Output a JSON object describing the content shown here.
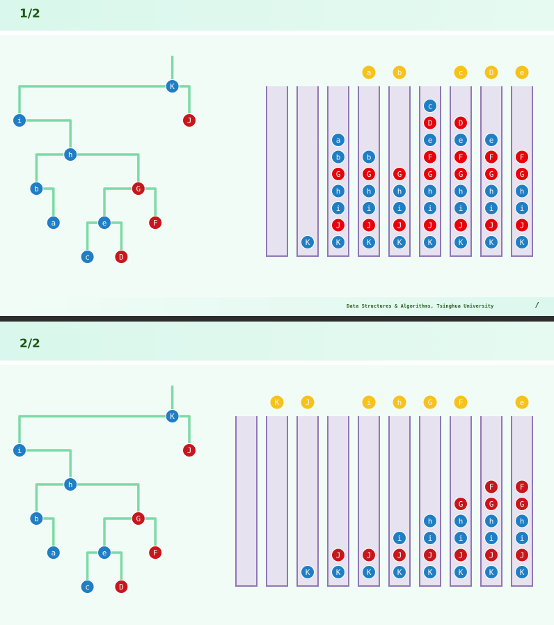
{
  "slides": [
    {
      "title": "1/2",
      "footer": "Data Structures & Algorithms, Tsinghua University",
      "footer_page": "/",
      "tree": {
        "root": "K",
        "nodes": [
          {
            "label": "K",
            "color": "blue",
            "parent": null
          },
          {
            "label": "i",
            "color": "blue",
            "parent": "K",
            "side": "left"
          },
          {
            "label": "J",
            "color": "red",
            "parent": "K",
            "side": "right"
          },
          {
            "label": "h",
            "color": "blue",
            "parent": "i",
            "side": "right"
          },
          {
            "label": "b",
            "color": "blue",
            "parent": "h",
            "side": "left"
          },
          {
            "label": "G",
            "color": "red",
            "parent": "h",
            "side": "right"
          },
          {
            "label": "a",
            "color": "blue",
            "parent": "b",
            "side": "right"
          },
          {
            "label": "e",
            "color": "blue",
            "parent": "G",
            "side": "left"
          },
          {
            "label": "F",
            "color": "red",
            "parent": "G",
            "side": "right"
          },
          {
            "label": "c",
            "color": "blue",
            "parent": "e",
            "side": "left"
          },
          {
            "label": "D",
            "color": "red",
            "parent": "e",
            "side": "right"
          }
        ]
      },
      "stacks": [
        {
          "output": null,
          "items": []
        },
        {
          "output": null,
          "items": [
            {
              "label": "K",
              "color": "blue"
            }
          ]
        },
        {
          "output": null,
          "items": [
            {
              "label": "K",
              "color": "blue"
            },
            {
              "label": "J",
              "color": "red"
            },
            {
              "label": "i",
              "color": "blue"
            },
            {
              "label": "h",
              "color": "blue"
            },
            {
              "label": "G",
              "color": "red"
            },
            {
              "label": "b",
              "color": "blue"
            },
            {
              "label": "a",
              "color": "blue"
            }
          ]
        },
        {
          "output": "a",
          "items": [
            {
              "label": "K",
              "color": "blue"
            },
            {
              "label": "J",
              "color": "red"
            },
            {
              "label": "i",
              "color": "blue"
            },
            {
              "label": "h",
              "color": "blue"
            },
            {
              "label": "G",
              "color": "red"
            },
            {
              "label": "b",
              "color": "blue"
            }
          ]
        },
        {
          "output": "b",
          "items": [
            {
              "label": "K",
              "color": "blue"
            },
            {
              "label": "J",
              "color": "red"
            },
            {
              "label": "i",
              "color": "blue"
            },
            {
              "label": "h",
              "color": "blue"
            },
            {
              "label": "G",
              "color": "red"
            }
          ]
        },
        {
          "output": null,
          "items": [
            {
              "label": "K",
              "color": "blue"
            },
            {
              "label": "J",
              "color": "red"
            },
            {
              "label": "i",
              "color": "blue"
            },
            {
              "label": "h",
              "color": "blue"
            },
            {
              "label": "G",
              "color": "red"
            },
            {
              "label": "F",
              "color": "red"
            },
            {
              "label": "e",
              "color": "blue"
            },
            {
              "label": "D",
              "color": "red"
            },
            {
              "label": "c",
              "color": "blue"
            }
          ]
        },
        {
          "output": "c",
          "items": [
            {
              "label": "K",
              "color": "blue"
            },
            {
              "label": "J",
              "color": "red"
            },
            {
              "label": "i",
              "color": "blue"
            },
            {
              "label": "h",
              "color": "blue"
            },
            {
              "label": "G",
              "color": "red"
            },
            {
              "label": "F",
              "color": "red"
            },
            {
              "label": "e",
              "color": "blue"
            },
            {
              "label": "D",
              "color": "red"
            }
          ]
        },
        {
          "output": "D",
          "items": [
            {
              "label": "K",
              "color": "blue"
            },
            {
              "label": "J",
              "color": "red"
            },
            {
              "label": "i",
              "color": "blue"
            },
            {
              "label": "h",
              "color": "blue"
            },
            {
              "label": "G",
              "color": "red"
            },
            {
              "label": "F",
              "color": "red"
            },
            {
              "label": "e",
              "color": "blue"
            }
          ]
        },
        {
          "output": "e",
          "items": [
            {
              "label": "K",
              "color": "blue"
            },
            {
              "label": "J",
              "color": "red"
            },
            {
              "label": "i",
              "color": "blue"
            },
            {
              "label": "h",
              "color": "blue"
            },
            {
              "label": "G",
              "color": "red"
            },
            {
              "label": "F",
              "color": "red"
            }
          ]
        }
      ]
    },
    {
      "title": "2/2",
      "tree": {
        "root": "K",
        "nodes": [
          {
            "label": "K",
            "color": "blue",
            "parent": null
          },
          {
            "label": "i",
            "color": "blue",
            "parent": "K",
            "side": "left"
          },
          {
            "label": "J",
            "color": "red",
            "parent": "K",
            "side": "right"
          },
          {
            "label": "h",
            "color": "blue",
            "parent": "i",
            "side": "right"
          },
          {
            "label": "b",
            "color": "blue",
            "parent": "h",
            "side": "left"
          },
          {
            "label": "G",
            "color": "red",
            "parent": "h",
            "side": "right"
          },
          {
            "label": "a",
            "color": "blue",
            "parent": "b",
            "side": "right"
          },
          {
            "label": "e",
            "color": "blue",
            "parent": "G",
            "side": "left"
          },
          {
            "label": "F",
            "color": "red",
            "parent": "G",
            "side": "right"
          },
          {
            "label": "c",
            "color": "blue",
            "parent": "e",
            "side": "left"
          },
          {
            "label": "D",
            "color": "red",
            "parent": "e",
            "side": "right"
          }
        ]
      },
      "stacks": [
        {
          "output": null,
          "items": []
        },
        {
          "output": "K",
          "items": []
        },
        {
          "output": "J",
          "items": [
            {
              "label": "K",
              "color": "blue"
            }
          ]
        },
        {
          "output": null,
          "items": [
            {
              "label": "K",
              "color": "blue"
            },
            {
              "label": "J",
              "color": "red"
            }
          ]
        },
        {
          "output": "i",
          "items": [
            {
              "label": "K",
              "color": "blue"
            },
            {
              "label": "J",
              "color": "red"
            }
          ]
        },
        {
          "output": "h",
          "items": [
            {
              "label": "K",
              "color": "blue"
            },
            {
              "label": "J",
              "color": "red"
            },
            {
              "label": "i",
              "color": "blue"
            }
          ]
        },
        {
          "output": "G",
          "items": [
            {
              "label": "K",
              "color": "blue"
            },
            {
              "label": "J",
              "color": "red"
            },
            {
              "label": "i",
              "color": "blue"
            },
            {
              "label": "h",
              "color": "blue"
            }
          ]
        },
        {
          "output": "F",
          "items": [
            {
              "label": "K",
              "color": "blue"
            },
            {
              "label": "J",
              "color": "red"
            },
            {
              "label": "i",
              "color": "blue"
            },
            {
              "label": "h",
              "color": "blue"
            },
            {
              "label": "G",
              "color": "red"
            }
          ]
        },
        {
          "output": null,
          "items": [
            {
              "label": "K",
              "color": "blue"
            },
            {
              "label": "J",
              "color": "red"
            },
            {
              "label": "i",
              "color": "blue"
            },
            {
              "label": "h",
              "color": "blue"
            },
            {
              "label": "G",
              "color": "red"
            },
            {
              "label": "F",
              "color": "red"
            }
          ]
        },
        {
          "output": "e",
          "items": [
            {
              "label": "K",
              "color": "blue"
            },
            {
              "label": "J",
              "color": "red"
            },
            {
              "label": "i",
              "color": "blue"
            },
            {
              "label": "h",
              "color": "blue"
            },
            {
              "label": "G",
              "color": "red"
            },
            {
              "label": "F",
              "color": "red"
            }
          ]
        }
      ]
    }
  ],
  "colors": {
    "blue": "#1f7ec4",
    "red": "#c8161c",
    "red_bright": "#e8000b",
    "output": "#f7c21b",
    "edge": "#7ddaa5",
    "stack_fill": "#e7e2ef",
    "stack_border": "#8f77b5",
    "title": "#1f5a14"
  }
}
